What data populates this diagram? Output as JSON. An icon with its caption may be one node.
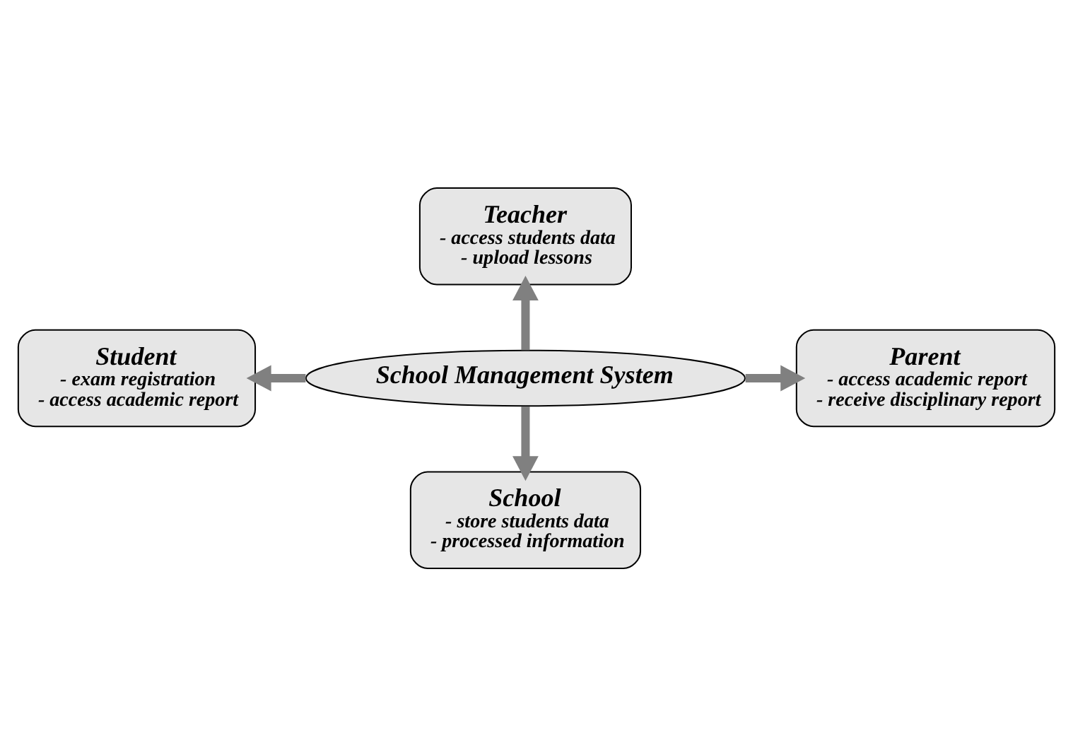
{
  "diagram": {
    "nodes": [
      {
        "text": [
          "School Management System"
        ]
      },
      {
        "text": [
          "Teacher",
          "- access students data",
          "- upload lessons"
        ]
      },
      {
        "text": [
          "Student",
          "- exam registration",
          "- access academic report"
        ]
      },
      {
        "text": [
          "Parent",
          "- access academic report",
          "- receive disciplinary report"
        ]
      },
      {
        "text": [
          "School",
          "- store students data",
          "- processed information"
        ]
      }
    ],
    "edges": [
      {
        "from": 0,
        "to": 1,
        "arrow": "to"
      },
      {
        "from": 0,
        "to": 2,
        "arrow": "to"
      },
      {
        "from": 0,
        "to": 3,
        "arrow": "to"
      },
      {
        "from": 0,
        "to": 4,
        "arrow": "to"
      }
    ]
  }
}
